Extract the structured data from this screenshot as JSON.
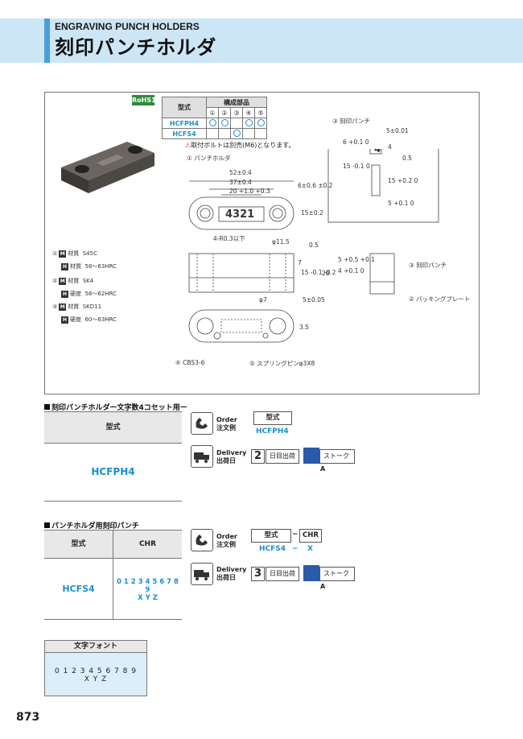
{
  "header": {
    "title_en": "ENGRAVING PUNCH HOLDERS",
    "title_jp": "刻印パンチホルダ"
  },
  "rohs": "RoHS10",
  "config_table": {
    "col_model": "型式",
    "col_parts": "構成部品",
    "part_nums": [
      "①",
      "②",
      "③",
      "④",
      "⑤"
    ],
    "rows": [
      {
        "model": "HCFPH4",
        "marks": [
          true,
          true,
          false,
          true,
          true
        ]
      },
      {
        "model": "HCFS4",
        "marks": [
          false,
          false,
          true,
          false,
          false
        ]
      }
    ]
  },
  "note": "取付ボルトは別売(M6)となります。",
  "drawing": {
    "holder_label": "① パンチホルダ",
    "punch_label": "③ 刻印パンチ",
    "punch_side_label": "③ 刻印パンチ",
    "packing_label": "② パッキングプレート",
    "cbs_label": "④ CBS3-6",
    "pin_label": "⑤ スプリングピンφ3X8",
    "dims": {
      "d52": "52±0.4",
      "d37": "37±0.4",
      "d20": "20 +1.0 +0.3",
      "d6": "6±0.6 ±0.2",
      "d15": "15±0.2",
      "r03": "4-R0.3以下",
      "d115": "φ11.5",
      "d05": "0.5",
      "d7": "7",
      "d15b": "15 -0.1 -0.2",
      "d20b": "20",
      "phi7": "φ7",
      "d5": "5±0.05",
      "d35": "3.5",
      "p5": "5±0.01",
      "p6": "6 +0.1 0",
      "p4": "4",
      "p15": "15 -0.1 0",
      "p05": "0.5",
      "p15b": "15 +0.2 0",
      "p5b": "5 +0.1 0",
      "s5": "5 +0.5 +0.1",
      "s4": "4 +0.1 0",
      "plate_text": "4321"
    }
  },
  "materials": [
    {
      "num": "①",
      "tag": "M",
      "label": "材質",
      "value": "S45C"
    },
    {
      "num": "",
      "tag": "H",
      "label": "材質",
      "value": "58〜63HRC"
    },
    {
      "num": "②",
      "tag": "M",
      "label": "材質",
      "value": "SK4"
    },
    {
      "num": "",
      "tag": "H",
      "label": "硬度",
      "value": "58〜62HRC"
    },
    {
      "num": "③",
      "tag": "M",
      "label": "材質",
      "value": "SKD11"
    },
    {
      "num": "",
      "tag": "H",
      "label": "硬度",
      "value": "60〜63HRC"
    }
  ],
  "section1": {
    "title": "刻印パンチホルダー文字数4コセット用ー",
    "col": "型式",
    "value": "HCFPH4",
    "order": {
      "en": "Order",
      "jp": "注文例",
      "box_label": "型式",
      "example": "HCFPH4"
    },
    "delivery": {
      "en": "Delivery",
      "jp": "出荷日",
      "days": "2",
      "days_text": "日目出荷",
      "stroke": "ストーク",
      "stroke_grade": "A"
    }
  },
  "section2": {
    "title": "パンチホルダ用刻印パンチ",
    "col_model": "型式",
    "col_chr": "CHR",
    "value_model": "HCFS4",
    "value_chr_line1": "0 1 2 3 4 5 6 7 8 9",
    "value_chr_line2": "X Y Z",
    "order": {
      "en": "Order",
      "jp": "注文例",
      "box_label": "型式",
      "dash": "−",
      "box_chr": "CHR",
      "example": "HCFS4",
      "example_chr": "X"
    },
    "delivery": {
      "en": "Delivery",
      "jp": "出荷日",
      "days": "3",
      "days_text": "日目出荷",
      "stroke": "ストーク",
      "stroke_grade": "A"
    }
  },
  "font_box": {
    "title": "文字フォント",
    "line1": "0 1 2 3 4 5 6 7 8 9",
    "line2": "X Y Z"
  },
  "page_number": "873",
  "colors": {
    "accent": "#4a9fd8",
    "header_bg": "#cde6f5",
    "link_blue": "#1a8fd0"
  }
}
